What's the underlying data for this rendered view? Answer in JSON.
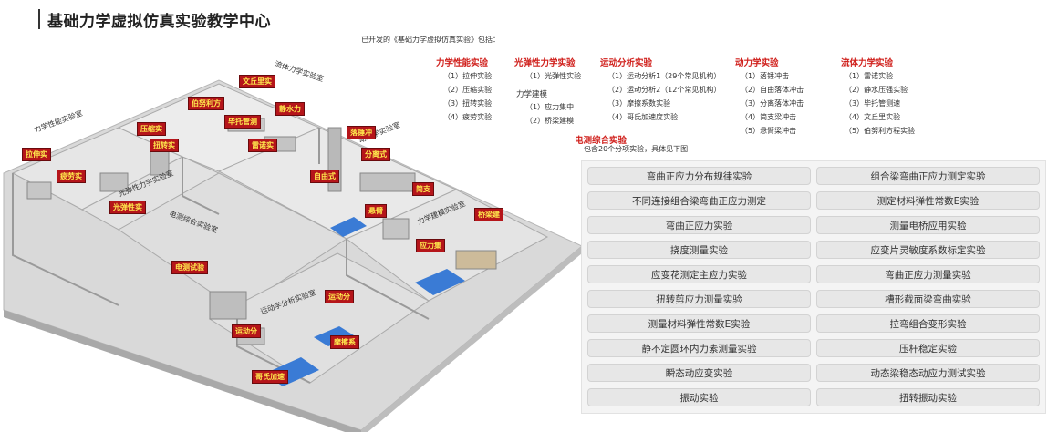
{
  "page": {
    "title": "基础力学虚拟仿真实验教学中心"
  },
  "intro": "已开发的《基础力学虚拟仿真实验》包括：",
  "categories": [
    {
      "title": "力学性能实验",
      "items": [
        "（1）拉伸实验",
        "（2）压缩实验",
        "（3）扭转实验",
        "（4）疲劳实验"
      ]
    },
    {
      "title": "光弹性力学实验",
      "items": [
        "（1）光弹性实验"
      ],
      "subtitle": "力学建模",
      "subitems": [
        "（1）应力集中",
        "（2）桥梁建模"
      ]
    },
    {
      "title": "运动分析实验",
      "items": [
        "（1）运动分析1（29个常见机构）",
        "（2）运动分析2（12个常见机构）",
        "（3）摩擦系数实验",
        "（4）哥氏加速度实验"
      ]
    },
    {
      "title": "动力学实验",
      "items": [
        "（1）落锤冲击",
        "（2）自由落体冲击",
        "（3）分离落体冲击",
        "（4）简支梁冲击",
        "（5）悬臂梁冲击"
      ]
    },
    {
      "title": "流体力学实验",
      "items": [
        "（1）雷诺实验",
        "（2）静水压强实验",
        "（3）毕托管测速",
        "（4）文丘里实验",
        "（5）伯努利方程实验"
      ]
    }
  ],
  "electrical": {
    "title": "电测综合实验",
    "note": "包含20个分项实验，具体见下图"
  },
  "experiments": [
    "弯曲正应力分布规律实验",
    "组合梁弯曲正应力测定实验",
    "不同连接组合梁弯曲正应力测定",
    "测定材料弹性常数E实验",
    "弯曲正应力实验",
    "测量电桥应用实验",
    "挠度测量实验",
    "应变片灵敏度系数标定实验",
    "应变花测定主应力实验",
    "弯曲正应力测量实验",
    "扭转剪应力测量实验",
    "槽形截面梁弯曲实验",
    "测量材料弹性常数E实验",
    "拉弯组合变形实验",
    "静不定圆环内力素测量实验",
    "压杆稳定实验",
    "瞬态动应变实验",
    "动态梁稳态动应力测试实验",
    "振动实验",
    "扭转振动实验"
  ],
  "rooms": [
    "流体力学实验室",
    "力学性能实验室",
    "光弹性力学实验室",
    "动力学实验室",
    "电测综合实验室",
    "力学建模实验室",
    "运动学分析实验室"
  ],
  "tags": [
    "伯努利方",
    "文丘里实",
    "静水力",
    "毕托管测",
    "雷诺实",
    "拉伸实",
    "压缩实",
    "扭转实",
    "疲劳实",
    "光弹性实",
    "落锤冲",
    "分离式",
    "自由式",
    "简支",
    "悬臂",
    "桥梁建",
    "应力集",
    "电测试验",
    "运动分",
    "运动分",
    "摩擦系",
    "哥氏加速"
  ],
  "colors": {
    "tag_bg": "#b5151a",
    "tag_text": "#ffe94d",
    "category_red": "#d0201c",
    "floor": "#dcdcdc",
    "blue_zone": "#3a7bd5"
  }
}
